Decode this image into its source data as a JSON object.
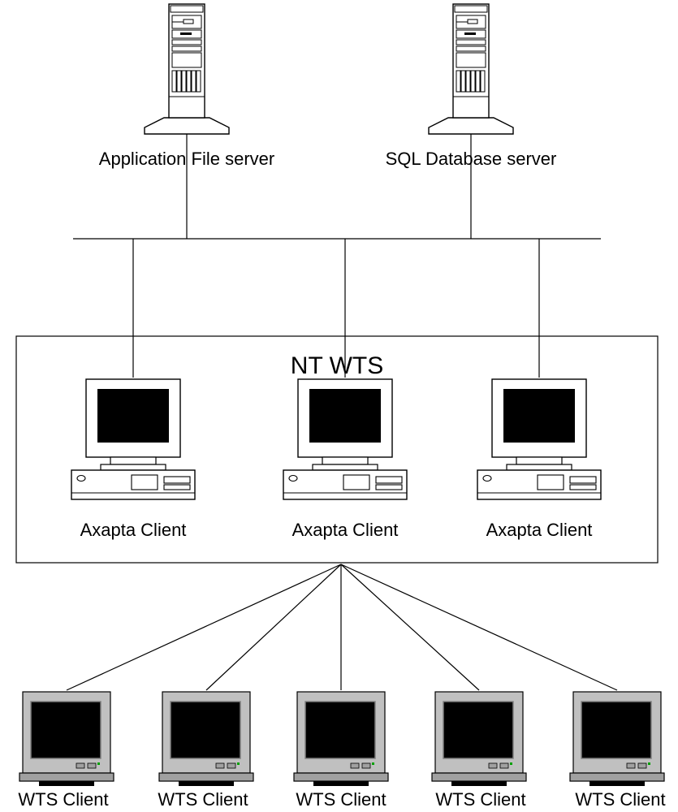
{
  "servers": [
    {
      "label": "Application File server",
      "icon": "tower-server-icon"
    },
    {
      "label": "SQL Database server",
      "icon": "tower-server-icon"
    }
  ],
  "terminal_server": {
    "label": "NT WTS",
    "clients": [
      {
        "label": "Axapta Client",
        "icon": "desktop-computer-icon"
      },
      {
        "label": "Axapta Client",
        "icon": "desktop-computer-icon"
      },
      {
        "label": "Axapta Client",
        "icon": "desktop-computer-icon"
      }
    ]
  },
  "thin_clients": [
    {
      "label": "WTS Client",
      "icon": "monitor-icon"
    },
    {
      "label": "WTS Client",
      "icon": "monitor-icon"
    },
    {
      "label": "WTS Client",
      "icon": "monitor-icon"
    },
    {
      "label": "WTS Client",
      "icon": "monitor-icon"
    },
    {
      "label": "WTS Client",
      "icon": "monitor-icon"
    }
  ],
  "colors": {
    "screen": "#000000",
    "thin_client_bezel": "#c0c0c0",
    "thin_client_base": "#a0a0a0",
    "led": "#00a000"
  }
}
